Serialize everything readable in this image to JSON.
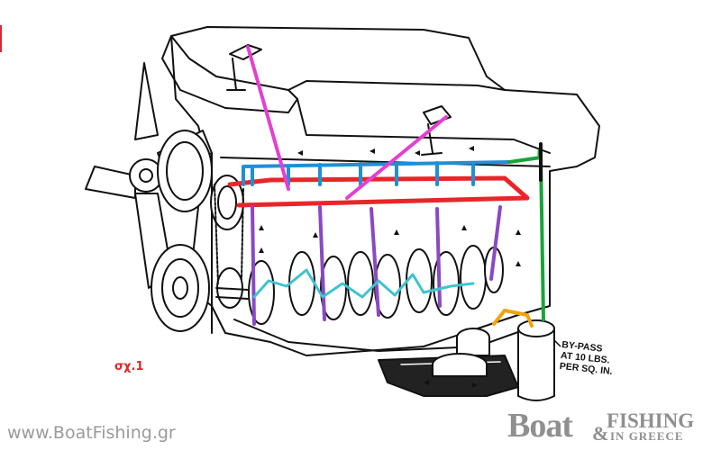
{
  "figure_label": "σχ.1",
  "bypass_label": [
    "BY-PASS",
    "AT 10 LBS.",
    "PER SQ. IN."
  ],
  "website": "www.BoatFishing.gr",
  "logo": {
    "word1": "Boat",
    "amp": "&",
    "word2": "FISHING",
    "word3": "IN GREECE"
  },
  "colors": {
    "red_gallery": "#e8262a",
    "blue_gallery": "#1f8fd6",
    "magenta_rocker": "#e43fd2",
    "purple_rods": "#8a48c4",
    "cyan_crank": "#3ec3d0",
    "green_bypass": "#1aa33a",
    "orange_pump": "#f2a20c",
    "label_red": "#e0262e",
    "logo_gray": "#8f8f8f"
  }
}
